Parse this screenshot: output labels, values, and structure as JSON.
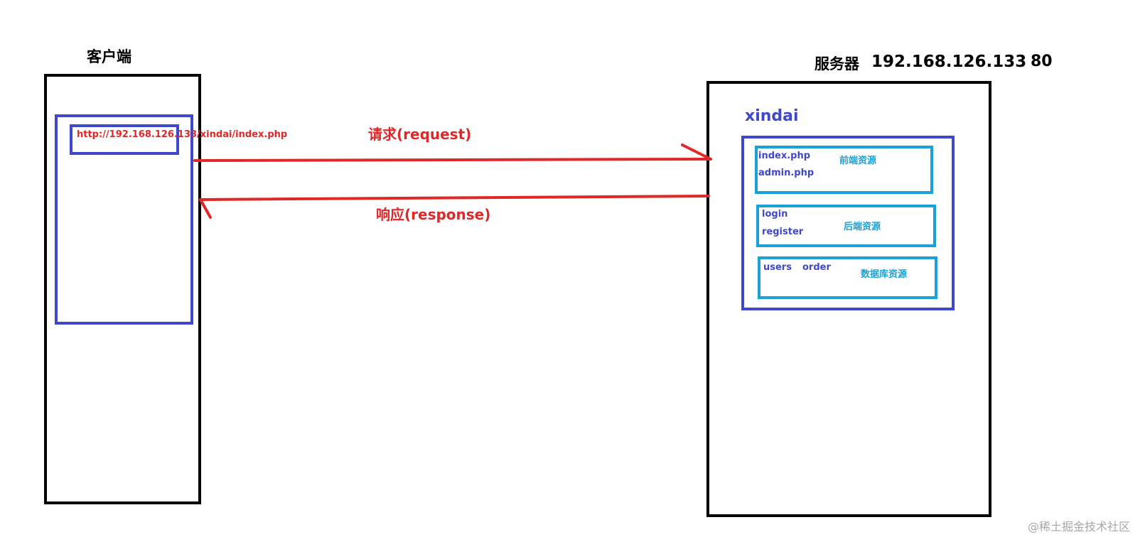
{
  "client": {
    "title": "客户端",
    "url": "http://192.168.126.133/xindai/index.php"
  },
  "server": {
    "title": "服务器",
    "ip": "192.168.126.133",
    "port": "80",
    "site_name": "xindai",
    "frontend": {
      "files": [
        "index.php",
        "admin.php"
      ],
      "label": "前端资源"
    },
    "backend": {
      "items": [
        "login",
        "register"
      ],
      "label": "后端资源"
    },
    "database": {
      "items": [
        "users",
        "order"
      ],
      "label": "数据库资源"
    }
  },
  "arrows": {
    "request_label": "请求(request)",
    "response_label": "响应(response)"
  },
  "watermark": "@稀土掘金技术社区",
  "colors": {
    "black": "#000000",
    "blue": "#3f48cc",
    "cyan": "#1aa1d8",
    "red": "#e02828",
    "watermark": "#a7a7a7"
  }
}
